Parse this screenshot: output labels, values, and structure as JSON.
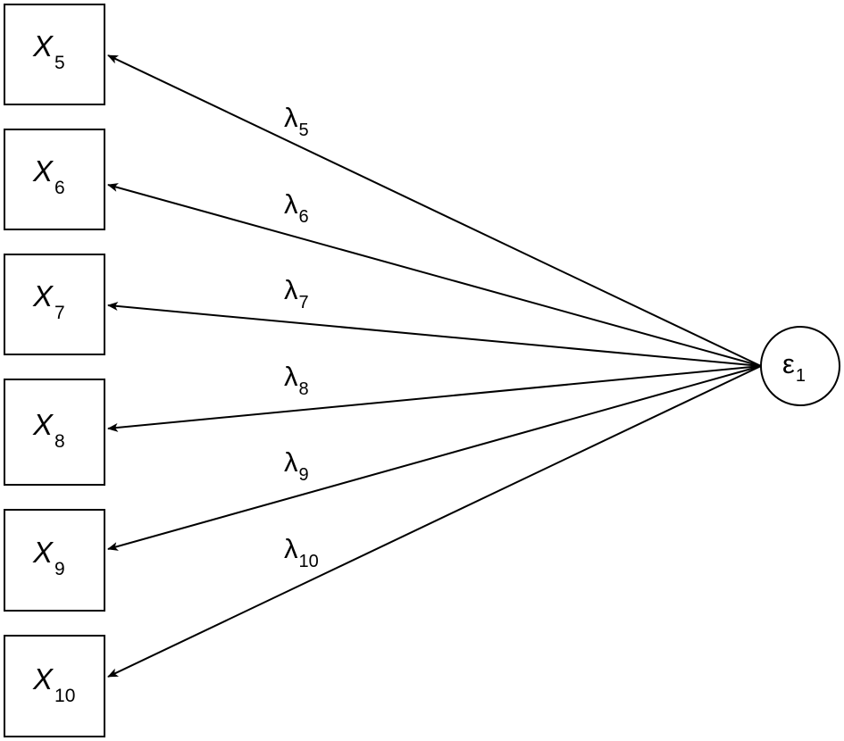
{
  "indicators": [
    {
      "symbol": "X",
      "subscript": "5"
    },
    {
      "symbol": "X",
      "subscript": "6"
    },
    {
      "symbol": "X",
      "subscript": "7"
    },
    {
      "symbol": "X",
      "subscript": "8"
    },
    {
      "symbol": "X",
      "subscript": "9"
    },
    {
      "symbol": "X",
      "subscript": "10"
    }
  ],
  "loadings": [
    {
      "symbol": "λ",
      "subscript": "5"
    },
    {
      "symbol": "λ",
      "subscript": "6"
    },
    {
      "symbol": "λ",
      "subscript": "7"
    },
    {
      "symbol": "λ",
      "subscript": "8"
    },
    {
      "symbol": "λ",
      "subscript": "9"
    },
    {
      "symbol": "λ",
      "subscript": "10"
    }
  ],
  "source_node": {
    "symbol": "ε",
    "subscript": "1"
  }
}
